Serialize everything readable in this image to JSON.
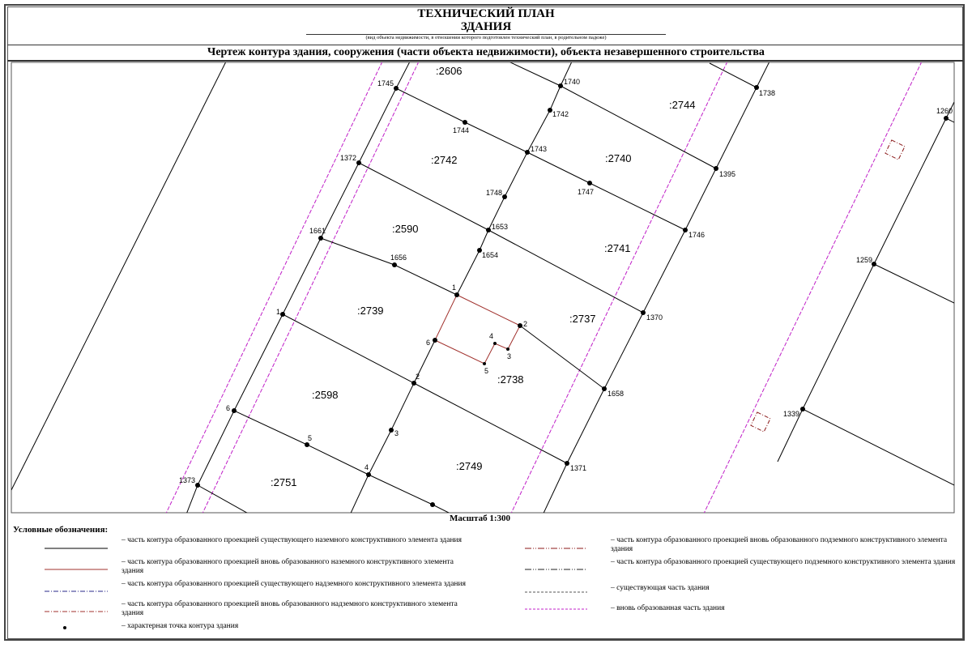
{
  "header": {
    "title_line1": "ТЕХНИЧЕСКИЙ ПЛАН",
    "title_line2": "ЗДАНИЯ",
    "hint": "(вид объекта недвижимости, в отношении которого подготовлен технический план, в родительном падеже)",
    "subtitle": "Чертеж контура здания, сооружения (части объекта недвижимости), объекта незавершенного строительства"
  },
  "map": {
    "parcels": [
      ":2606",
      ":2744",
      ":2742",
      ":2740",
      ":2590",
      ":2741",
      ":2739",
      ":2737",
      ":2598",
      ":2738",
      ":2749",
      ":2751"
    ],
    "points": [
      "1745",
      "1744",
      "1743",
      "1742",
      "1740",
      "1738",
      "1372",
      "1748",
      "1653",
      "1654",
      "1395",
      "1747",
      "1746",
      "1661",
      "1656",
      "1370",
      "1658",
      "1371",
      "1260",
      "1259",
      "1339",
      "1373",
      "1",
      "2",
      "3",
      "4",
      "5",
      "6"
    ],
    "building_points": [
      "1",
      "2",
      "3",
      "4",
      "5",
      "6"
    ],
    "colors": {
      "existing": "#000000",
      "new": "#a0302c",
      "zone": "#c020c8"
    }
  },
  "scale": "Масштаб 1:300",
  "legend": {
    "title": "Условные обозначения:",
    "items": [
      "– часть контура образованного проекцией существующего наземного конструктивного элемента здания",
      "– часть контура образованного проекцией вновь образованного наземного конструктивного элемента здания",
      "– часть контура образованного проекцией существующего надземного конструктивного элемента здания",
      "– часть контура образованного проекцией вновь образованного надземного конструктивного элемента здания",
      "– характерная точка контура здания",
      "– часть контура образованного проекцией вновь образованного подземного конструктивного элемента здания",
      "– часть контура образованного проекцией существующего подземного конструктивного элемента здания",
      "– существующая часть здания",
      "– вновь образованная часть здания"
    ]
  }
}
